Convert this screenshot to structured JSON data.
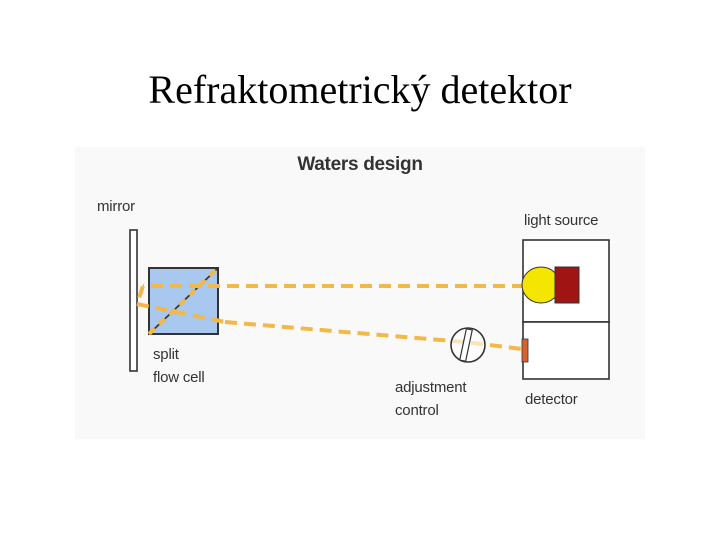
{
  "slide": {
    "title": "Refraktometrický detektor"
  },
  "figure": {
    "title": "Waters design",
    "labels": {
      "mirror": "mirror",
      "flow_cell_line1": "split",
      "flow_cell_line2": "flow cell",
      "light_source": "light source",
      "adjustment_line1": "adjustment",
      "adjustment_line2": "control",
      "detector": "detector"
    },
    "colors": {
      "beam": "#f2b84a",
      "flow_cell": "#a8c8ef",
      "lamp_bulb": "#f5e600",
      "lamp_housing": "#a01414",
      "detector_element": "#d9622b",
      "outline": "#333333"
    }
  }
}
